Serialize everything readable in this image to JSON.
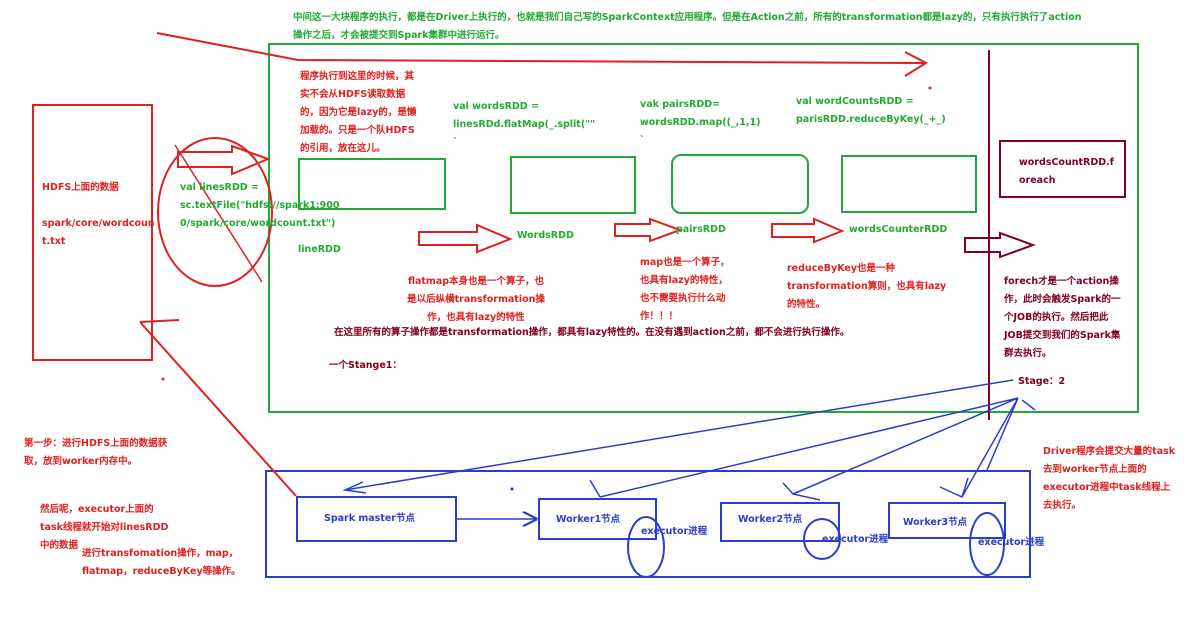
{
  "top_note": "中间这一大块程序的执行，都是在Driver上执行的，也就是我们自己写的SparkContext应用程序。但是在Action之前，所有的transformation都是lazy的，只有执行执行了action\n操作之后，才会被提交到Spark集群中进行运行。",
  "hdfs": {
    "label": "HDFS上面的数据\n\nspark/core/wordcoun\nt.txt"
  },
  "lazy_note": "程序执行到这里的时候，其\n实不会从HDFS读取数据\n的，因为它是lazy的，是懒\n加载的。只是一个队HDFS\n的引用，放在这儿。",
  "code": {
    "lines": "val linesRDD =\nsc.textFile(\"hdfs://spark1:900\n0/spark/core/wordcount.txt\")",
    "words": "val wordsRDD =\nlinesRDd.flatMap(_.split(\"\"\n`",
    "pairs": "vak pairsRDD=\nwordsRDD.map((_,1,1)\n`",
    "counts": "val wordCountsRDD =\nparisRDD.reduceByKey(_+_)"
  },
  "rdd_labels": {
    "line": "lineRDD",
    "words": "WordsRDD",
    "pairs": "pairsRDD",
    "counter": "wordsCounterRDD"
  },
  "foreach_box": "wordsCountRDD.f\noreach",
  "notes": {
    "flatmap": "flatmap本身也是一个算子，也\n是以后纵横transformation操\n作，也具有lazy的特性",
    "map": "map也是一个算子，\n也具有lazy的特性，\n也不需要执行什么动\n作！！！",
    "reduce": "reduceByKey也是一种\ntransformation算则，也具有lazy\n的特性。",
    "all_transform": "在这里所有的算子操作都是transformation操作，都具有lazy特性的。在没有遇到action之前，都不会进行执行操作。",
    "stage1": "一个Stange1：",
    "foreach": "forech才是一个action操\n作，此时会触发Spark的一\n个JOB的执行。然后把此\nJOB提交到我们的Spark集\n群去执行。",
    "stage2": "Stage：2",
    "step1": "第一步：进行HDFS上面的数据获\n取，放到worker内存中。",
    "executor_line1": "然后呢，executor上面的\ntask线程就开始对linesRDD\n中的数据",
    "executor_line2": "进行transfomation操作，map，\nflatmap，reduceByKey等操作。",
    "driver": "Driver程序会提交大量的task\n去到worker节点上面的\nexecutor进程中task线程上\n去执行。"
  },
  "cluster": {
    "master": "Spark master节点",
    "workers": [
      "Worker1节点",
      "Worker2节点",
      "Worker3节点"
    ],
    "executor": "executor进程"
  },
  "colors": {
    "red": "#e02020",
    "green": "#22aa33",
    "maroon": "#800020",
    "blue": "#2a3fc8"
  }
}
